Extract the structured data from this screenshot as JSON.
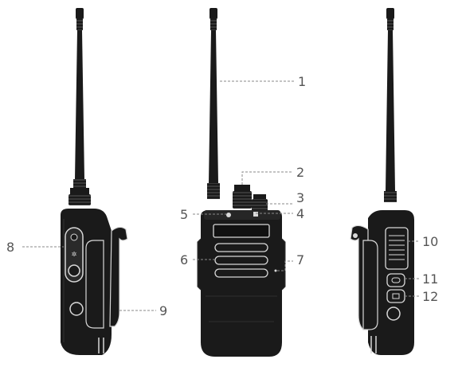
{
  "colors": {
    "body": "#1a1a1a",
    "body_edge": "#2c2c2c",
    "highlight": "#d8d8d8",
    "label": "#555555",
    "leader": "#8a8a8a",
    "background": "#ffffff"
  },
  "views": [
    {
      "id": "left-side",
      "name": "left-side-view"
    },
    {
      "id": "front",
      "name": "front-view"
    },
    {
      "id": "right-side",
      "name": "right-side-view"
    }
  ],
  "callouts": [
    {
      "number": "1",
      "icon": "antenna"
    },
    {
      "number": "2",
      "icon": "channel-knob"
    },
    {
      "number": "3",
      "icon": "volume-knob"
    },
    {
      "number": "4",
      "icon": "led-indicator"
    },
    {
      "number": "5",
      "icon": "top-port"
    },
    {
      "number": "6",
      "icon": "speaker-grille"
    },
    {
      "number": "7",
      "icon": "microphone"
    },
    {
      "number": "8",
      "icon": "side-jack-cover"
    },
    {
      "number": "9",
      "icon": "belt-clip"
    },
    {
      "number": "10",
      "icon": "ptt-button"
    },
    {
      "number": "11",
      "icon": "side-button-1"
    },
    {
      "number": "12",
      "icon": "side-button-2"
    }
  ]
}
